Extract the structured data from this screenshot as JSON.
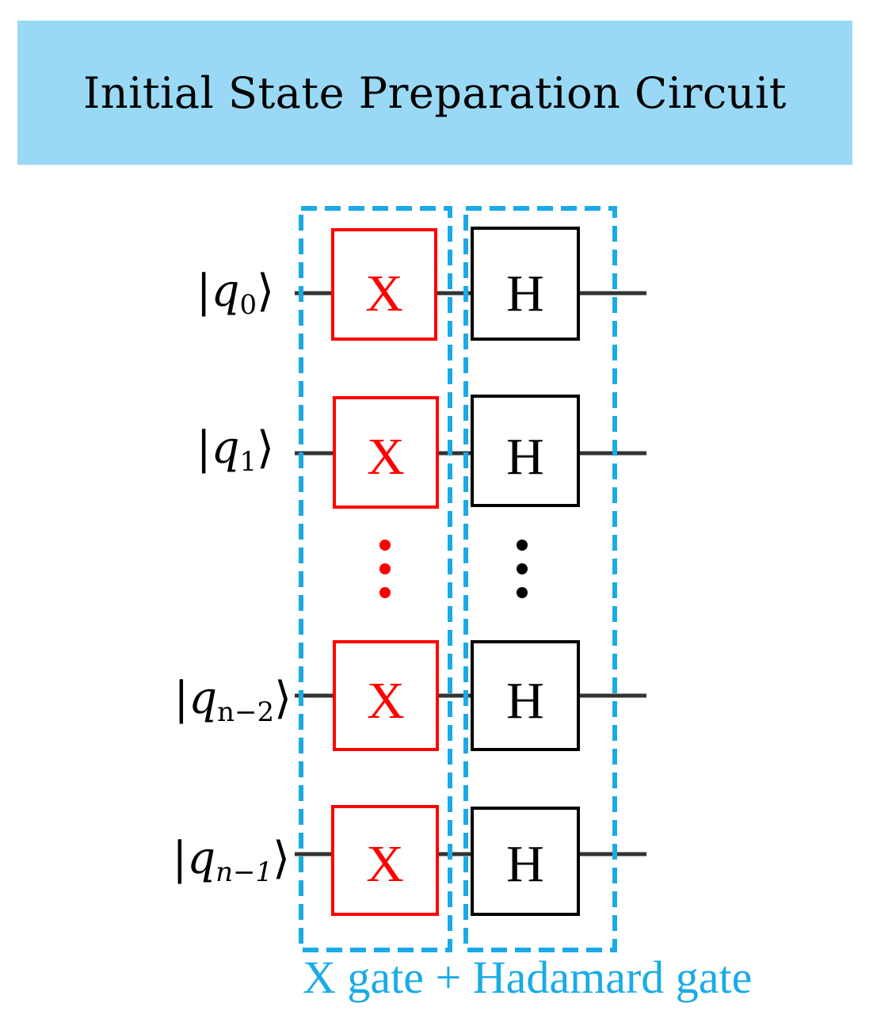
{
  "title": "Initial State Preparation Circuit",
  "qubits": [
    {
      "name": "q",
      "sub": "0"
    },
    {
      "name": "q",
      "sub": "1"
    },
    {
      "name": "q",
      "sub": "n−2"
    },
    {
      "name": "q",
      "sub": "n−1"
    }
  ],
  "gates": {
    "x_label": "X",
    "h_label": "H"
  },
  "caption": {
    "x_part": "X gate",
    "plus": "+",
    "h_part": "Hadamard gate"
  },
  "colors": {
    "banner": "#99d9f5",
    "x_gate": "#ff0000",
    "h_gate": "#000000",
    "dashed_box": "#1aabe6",
    "wire": "#333333"
  },
  "icons": {
    "x_ellipsis": "vertical-ellipsis-icon",
    "h_ellipsis": "vertical-ellipsis-icon"
  }
}
